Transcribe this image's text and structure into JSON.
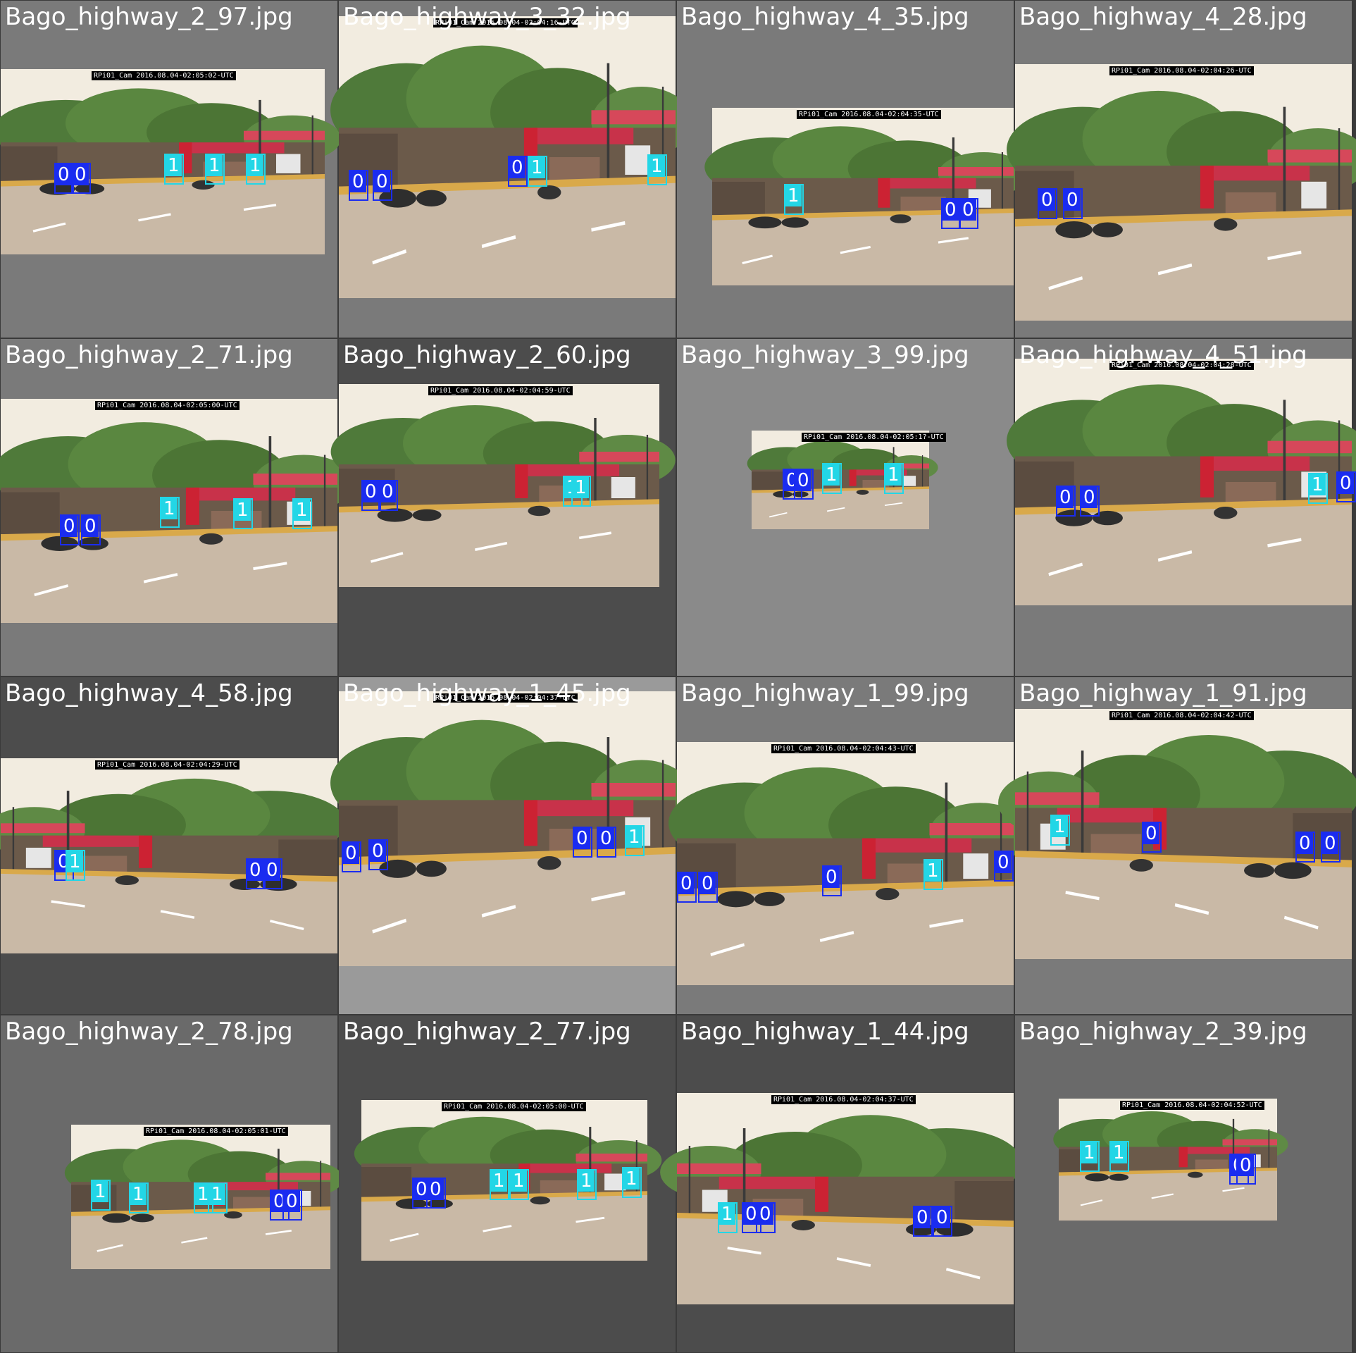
{
  "colors": {
    "class_0_box": "#1a2cf0",
    "class_1_box": "#23d6e6",
    "label_text": "#ffffff",
    "tile_bg_dark": "#4c4c4c",
    "tile_bg_mid": "#7a7a7a",
    "tile_bg_light": "#9a9a9a"
  },
  "tiles": [
    {
      "filename": "Bago_highway_2_97.jpg",
      "bg": "#7a7a7a",
      "stamp": "RPi01_Cam 2016.08.04-02:05:02-UTC",
      "labels": [
        "0",
        "0",
        "1",
        "1",
        "1"
      ]
    },
    {
      "filename": "Bago_highway_3_32.jpg",
      "bg": "#7a7a7a",
      "stamp": "RPi01_Cam 2016.08.04-02:04:16-UTC",
      "labels": [
        "0",
        "0",
        "0",
        "1",
        "1"
      ]
    },
    {
      "filename": "Bago_highway_4_35.jpg",
      "bg": "#7a7a7a",
      "stamp": "RPi01_Cam 2016.08.04-02:04:35-UTC",
      "labels": [
        "1",
        "0",
        "0"
      ]
    },
    {
      "filename": "Bago_highway_4_28.jpg",
      "bg": "#7a7a7a",
      "stamp": "RPi01_Cam 2016.08.04-02:04:26-UTC",
      "labels": [
        "0",
        "0"
      ]
    },
    {
      "filename": "Bago_highway_2_71.jpg",
      "bg": "#7a7a7a",
      "stamp": "RPi01_Cam 2016.08.04-02:05:00-UTC",
      "labels": [
        "0",
        "0",
        "1",
        "1",
        "1"
      ]
    },
    {
      "filename": "Bago_highway_2_60.jpg",
      "bg": "#4c4c4c",
      "stamp": "RPi01_Cam 2016.08.04-02:04:59-UTC",
      "labels": [
        "0",
        "0",
        "1",
        "1"
      ]
    },
    {
      "filename": "Bago_highway_3_99.jpg",
      "bg": "#8a8a8a",
      "stamp": "RPi01_Cam 2016.08.04-02:05:1?-UTC",
      "labels": [
        "0",
        "0",
        "1",
        "1"
      ]
    },
    {
      "filename": "Bago_highway_4_51.jpg",
      "bg": "#7a7a7a",
      "stamp": "RPi01_Cam 2016.08.04-02:04:28-UTC",
      "labels": [
        "0",
        "0",
        "1",
        "0"
      ]
    },
    {
      "filename": "Bago_highway_4_58.jpg",
      "bg": "#4c4c4c",
      "stamp": "RPi01_Cam 2016.08.04-02:04:29-UTC",
      "labels": [
        "0",
        "1",
        "0",
        "0"
      ]
    },
    {
      "filename": "Bago_highway_1_45.jpg",
      "bg": "#9a9a9a",
      "stamp": "RPi01_Cam 2016.08.04-02:04:37-UTC",
      "labels": [
        "0",
        "0",
        "0",
        "0",
        "1"
      ]
    },
    {
      "filename": "Bago_highway_1_99.jpg",
      "bg": "#7a7a7a",
      "stamp": "RPi01_Cam 2016.08.04-02:04:43-UTC",
      "labels": [
        "0",
        "0",
        "0",
        "1",
        "0"
      ]
    },
    {
      "filename": "Bago_highway_1_91.jpg",
      "bg": "#7a7a7a",
      "stamp": "RPi01_Cam 2016.08.04-02:04:42-UTC",
      "labels": [
        "1",
        "0",
        "0",
        "0"
      ]
    },
    {
      "filename": "Bago_highway_2_78.jpg",
      "bg": "#6a6a6a",
      "stamp": "RPi01_Cam 2016.08.04-02:05:01-UTC",
      "labels": [
        "1",
        "1",
        "1",
        "1",
        "0",
        "0"
      ]
    },
    {
      "filename": "Bago_highway_2_77.jpg",
      "bg": "#4c4c4c",
      "stamp": "RPi01_Cam 2016.08.04-02:05:00-UTC",
      "labels": [
        "0",
        "0",
        "1",
        "1",
        "1",
        "1"
      ]
    },
    {
      "filename": "Bago_highway_1_44.jpg",
      "bg": "#4c4c4c",
      "stamp": "RPi01_Cam 2016.08.04-02:04:37-UTC",
      "labels": [
        "1",
        "0",
        "0",
        "0",
        "0"
      ]
    },
    {
      "filename": "Bago_highway_2_39.jpg",
      "bg": "#6a6a6a",
      "stamp": "RPi01_Cam 2016.08.04-02:04:52-UTC",
      "labels": [
        "1",
        "1",
        "0",
        "0"
      ]
    }
  ]
}
